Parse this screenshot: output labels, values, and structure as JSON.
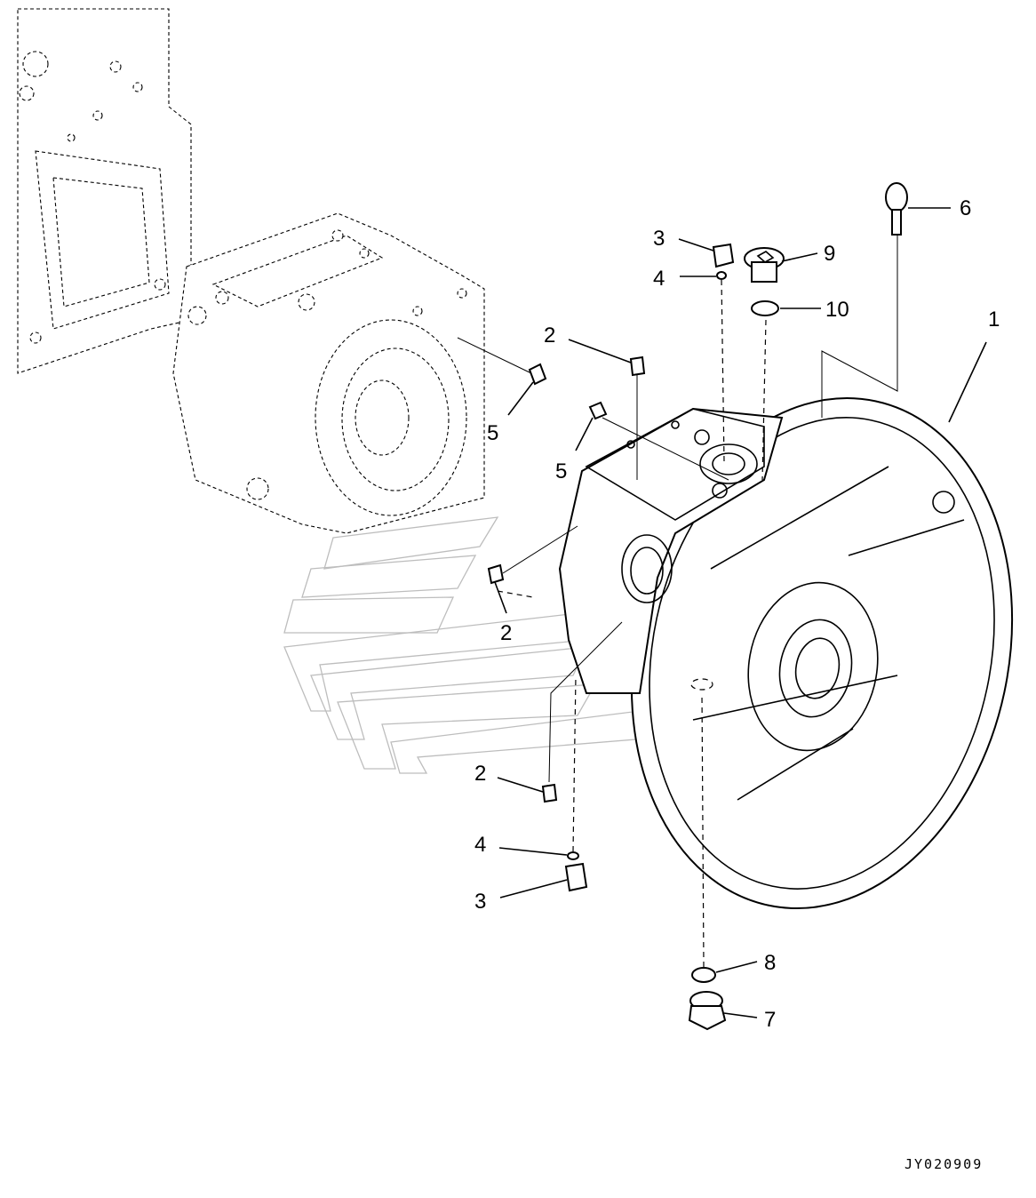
{
  "callouts": [
    {
      "id": "c1",
      "label": "1"
    },
    {
      "id": "c2a",
      "label": "2"
    },
    {
      "id": "c2b",
      "label": "2"
    },
    {
      "id": "c2c",
      "label": "2"
    },
    {
      "id": "c3a",
      "label": "3"
    },
    {
      "id": "c3b",
      "label": "3"
    },
    {
      "id": "c4a",
      "label": "4"
    },
    {
      "id": "c4b",
      "label": "4"
    },
    {
      "id": "c5a",
      "label": "5"
    },
    {
      "id": "c5b",
      "label": "5"
    },
    {
      "id": "c6",
      "label": "6"
    },
    {
      "id": "c7",
      "label": "7"
    },
    {
      "id": "c8",
      "label": "8"
    },
    {
      "id": "c9",
      "label": "9"
    },
    {
      "id": "c10",
      "label": "10"
    }
  ],
  "drawing_id": "JY020909"
}
